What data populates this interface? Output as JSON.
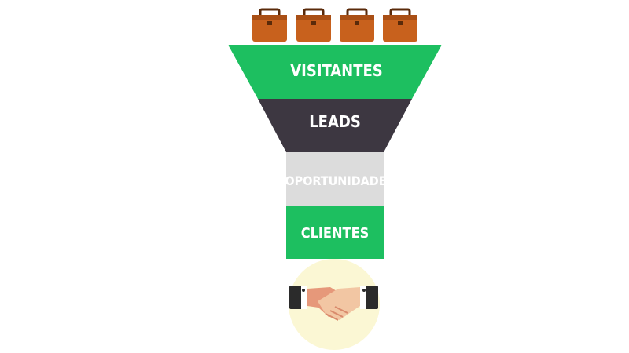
{
  "funnel": {
    "stages": [
      {
        "label": "VISITANTES",
        "fill": "#1dbf60",
        "text_color": "#ffffff"
      },
      {
        "label": "LEADS",
        "fill": "#3d3741",
        "text_color": "#ffffff"
      },
      {
        "label": "OPORTUNIDADE",
        "fill": "#dcdcdc",
        "text_color": "#ffffff"
      },
      {
        "label": "CLIENTES",
        "fill": "#1dbf60",
        "text_color": "#ffffff"
      }
    ],
    "top_icons": [
      "briefcase-icon",
      "briefcase-icon",
      "briefcase-icon",
      "briefcase-icon"
    ],
    "bottom_icon": "handshake-icon"
  },
  "colors": {
    "briefcase": "#c8611d",
    "briefcase_dark": "#8a3f10",
    "handshake_circle": "#fbf7d4",
    "skin_light": "#f2c6a3",
    "skin_dark": "#e6987a",
    "sleeve": "#2b2b2b"
  }
}
